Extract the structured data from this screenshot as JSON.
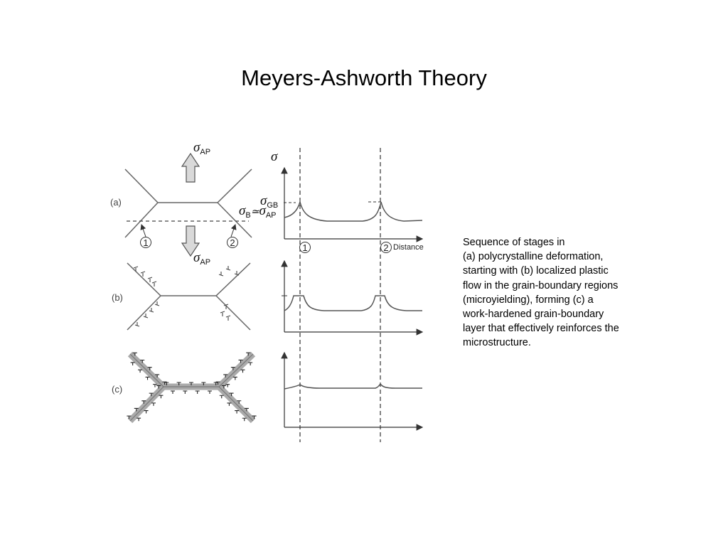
{
  "slide": {
    "title": "Meyers-Ashworth Theory",
    "caption_lines": [
      "Sequence of stages in",
      "(a) polycrystalline deformation,",
      "starting with (b) localized plastic",
      "flow in the grain-boundary regions",
      "(microyielding), forming (c) a",
      "work-hardened grain-boundary",
      "layer that effectively reinforces the",
      "microstructure."
    ]
  },
  "figure": {
    "panel_labels": [
      "(a)",
      "(b)",
      "(c)"
    ],
    "stress_top": {
      "symbol": "σ",
      "sub": "AP"
    },
    "stress_bottom": {
      "symbol": "σ",
      "sub": "AP"
    },
    "sigma_b_relation": {
      "lhs": "σ",
      "lhs_sub": "B",
      "op": "≃",
      "rhs": "σ",
      "rhs_sub": "AP"
    },
    "axis_symbol": "σ",
    "sigma_gb": {
      "symbol": "σ",
      "sub": "GB"
    },
    "markers": [
      "1",
      "2"
    ],
    "x_axis_label": "Distance"
  }
}
